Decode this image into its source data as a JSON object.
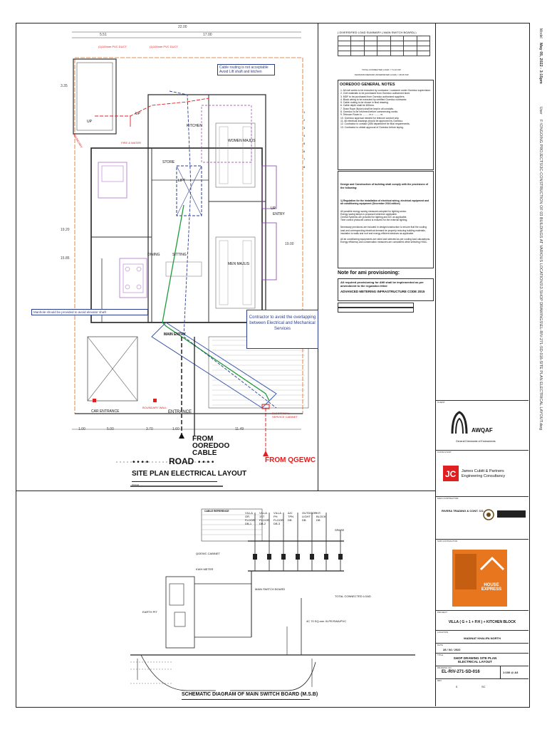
{
  "site_plan": {
    "top_dims": {
      "overall": "22.00",
      "left": "5.51",
      "right": "17.00"
    },
    "side_dims": {
      "a": "3.35",
      "b": "19.20",
      "c": "15.85",
      "d": "19.00"
    },
    "bottom_dims": [
      "1.00",
      "5.00",
      "3.70",
      "1.60",
      "11.49"
    ],
    "duct_labels": [
      "(1)100mm PVC DUCT",
      "(1)100mm PVC DUCT"
    ],
    "rooms": {
      "kitchen": "KITCHEN",
      "store": "STORE",
      "lift": "LIFT",
      "women_majlis": "WOMEN MAJLIS",
      "men_majlis": "MEN MAJLIS",
      "dining": "DINING",
      "sitting": "SITTING",
      "main_entry": "MAIN ENTRY",
      "entry": "ENTRY",
      "up_labels": [
        "UP",
        "UP",
        "UP"
      ]
    },
    "boundary_labels": [
      "BOUNDARY",
      "BOUNDARY WALL"
    ],
    "fire_water": "FIRE & WATER",
    "entrances": {
      "car": "CAR ENTRANCE",
      "entrance": "ENTRANCE"
    },
    "electrical_cabinet": "ELECTRICAL SERVICE CABINET",
    "from_ooredoo": "FROM OOREDOO CABLE",
    "from_qgewc": "FROM QGEWC",
    "road": "ROAD",
    "title": "SITE PLAN ELECTRICAL LAYOUT",
    "scale": "SCALE",
    "callouts": {
      "cable_routing": "Cable routing is not acceptable Avoid Lift shaft and kitchen",
      "manhole": "Manhole should be provided to avoid elevator shaft",
      "contractor": "Contractor to avoid the overlapping between Electrical and Mechanical Services"
    },
    "numbers_right": [
      "1",
      "2",
      "3",
      "4",
      "5",
      "6",
      "7",
      "8"
    ]
  },
  "load_summary": {
    "title": "( DIVERSIFIED LOAD SUMMARY ( MAIN SWITCH BOARD) )",
    "total_connected": "TOTAL CONNECTED LOAD = 71.44 KW",
    "total_max": "MAXIMUM DEMAND (DIVERSIFIED LOAD) = 48.25 KW"
  },
  "notes": {
    "header": "OOREDOO GENERAL NOTES",
    "lines": [
      "1. All civil works to be executed by contractor / customer under Ooredoo supervision.",
      "2. Civil materials to be purchased from Ooredoo authorized store.",
      "3. MDF to be purchased from Ooredoo authorized suppliers.",
      "4. Block wiring to be executed by certified Ooredoo contractor.",
      "5. Cable routing to be shown in final drawing.",
      "6. Cable depth shall be 600mm.",
      "7. Draw Rope (Nylon) shall be kept in all conduits.",
      "8. Ooredoo to be informed before commencing works.",
      "9. Telecom Room to ......... m x ......... m.",
      "10. Ooredoo approval needed for telecom conduit only.",
      "11. All electrical drawings should be approved by Ooredoo.",
      "12. Contractor to contact QSM department for final requirements.",
      "13. Contractor to obtain approval of Ooredoo before laying."
    ],
    "design_header": "Design and Construction of building shall comply with the provisions of the following:",
    "regulation": "1) Regulation for the installation of electrical wiring, electrical equipment and air conditioning equipment (December 2016 edition)",
    "points": [
      "All possible energy saving measures adopted for lighting sector.",
      "Energy saving lamps is proposed wherever applicable.",
      "Central Systems are provided for lighting and A/C as applicable.",
      "Time control photocell control is ensured for the external lighting.",
      "Necessary provisions are included in design/construction to ensure that the cooling load and corresponding electrical demand be properly reducing building materials, insulation to walls and roof and energy efficient windows as applicable.",
      "All air conditioning equipments are rated and selected as per cooling load calculations. Energy efficiency and conservation measures are considered while selecting HVAC."
    ],
    "ami_header": "Note for ami provisioning:",
    "ami_text": "All required provisioning for AMI shall be implemented as per amendment to the regulation titled",
    "ami_code": "ADVANCED METERING INFRASTRUCTURE CODE 2015"
  },
  "schematic": {
    "title": "SCHEMATIC DIAGRAM OF MAIN SWITCH BOARD (M.S.B)",
    "cable_header": "CABLE REFERENCE",
    "feeders": [
      "VILLA GR. FLOOR DB-1",
      "VILLA 1ST FLOOR DB-2",
      "VILLA PH FLOOR DB-3",
      "A/C TPN DB",
      "OUTDOOR LIGHT DB",
      "KIT. BLOCK DB"
    ],
    "spare": "SPARE",
    "notes": [
      "QGEWC CABINET",
      "KWH METER",
      "EARTH PIT",
      "MAIN SWITCH BOARD",
      "TOTAL CONNECTED LOAD",
      "4C 70 SQ.mm XLPE/SWA/PVC"
    ]
  },
  "title_block": {
    "client_label": "CLIENT",
    "client_name": "AWQAF",
    "client_sub": "General Directorate of Endowments",
    "consultant_label": "CONSULTANT",
    "consultant_name": "James Cubitt & Partners",
    "consultant_sub": "Engineering Consultancy",
    "main_contractor_label": "MAIN CONTRACTOR",
    "main_contractor": "RIVERA TRADING & CONT. CO.",
    "sub_contractor_label": "SUB CONTRACTOR",
    "sub_contractor": "HOUSE EXPRESS",
    "project_label": "PROJECT",
    "project": "VILLA ( G + 1 + P.H ) + KITCHEN BLOCK",
    "location_label": "LOCATION",
    "location": "MADINAT KHALIFA NORTH",
    "date_label": "DATE",
    "date": "28 / 04 / 2022",
    "title_label": "TITLE",
    "drawing_title": "SHOP DRAWING SITE PLAN ELECTRICAL LAYOUT",
    "drawing_no_label": "DRAWING NO.",
    "drawing_no": "EL-RIV-271-SD-016",
    "scale": "1:100 @ A3",
    "rev_label": "REV",
    "rev": "0",
    "by": "SC"
  },
  "margin_text": {
    "path": "F:\\ONGOING PROJECTS\\3C-CONSTRUCTION OF 03 BUILDINGS AT VARIOUS LOCATIONS\\3.SHOP DRAWINGS\\EL-RIV-271-SD-016-SITE PLAN ELECTRICAL LAYOUT.dwg",
    "model": "Model",
    "date": "May 05, 2022 - 3:15pm",
    "user": "User"
  },
  "colors": {
    "red": "#e02020",
    "green": "#1e9a3a",
    "blue": "#2b3d8f",
    "purple": "#8a3aa8",
    "orange": "#e06a1a",
    "magenta": "#cc33aa"
  }
}
